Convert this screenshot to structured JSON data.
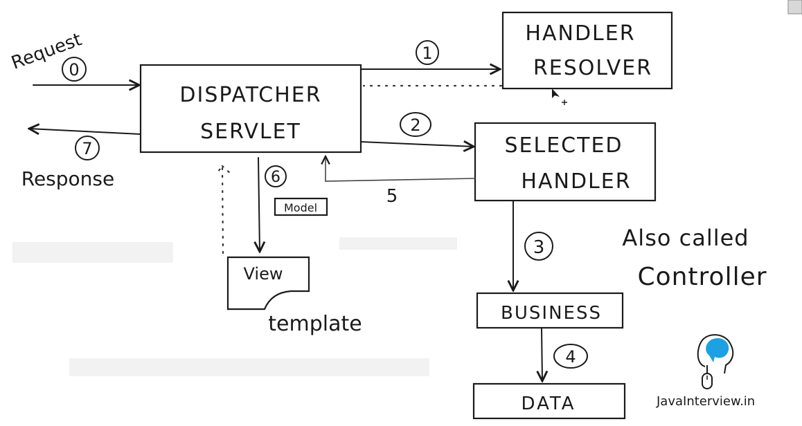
{
  "nodes": {
    "dispatcher_line1": "DISPATCHER",
    "dispatcher_line2": "SERVLET",
    "resolver_line1": "HANDLER",
    "resolver_line2": "RESOLVER",
    "selected_line1": "SELECTED",
    "selected_line2": "HANDLER",
    "business": "BUSINESS",
    "data": "DATA",
    "view": "View",
    "model": "Model"
  },
  "labels": {
    "request": "Request",
    "response": "Response",
    "template": "template",
    "also_called_line1": "Also called",
    "also_called_line2": "Controller"
  },
  "steps": {
    "s0": "0",
    "s1": "1",
    "s2": "2",
    "s3": "3",
    "s4": "4",
    "s5": "5",
    "s6": "6",
    "s7": "7"
  },
  "branding": {
    "site": "JavaInterview.in",
    "accent_color": "#1da1e2"
  }
}
